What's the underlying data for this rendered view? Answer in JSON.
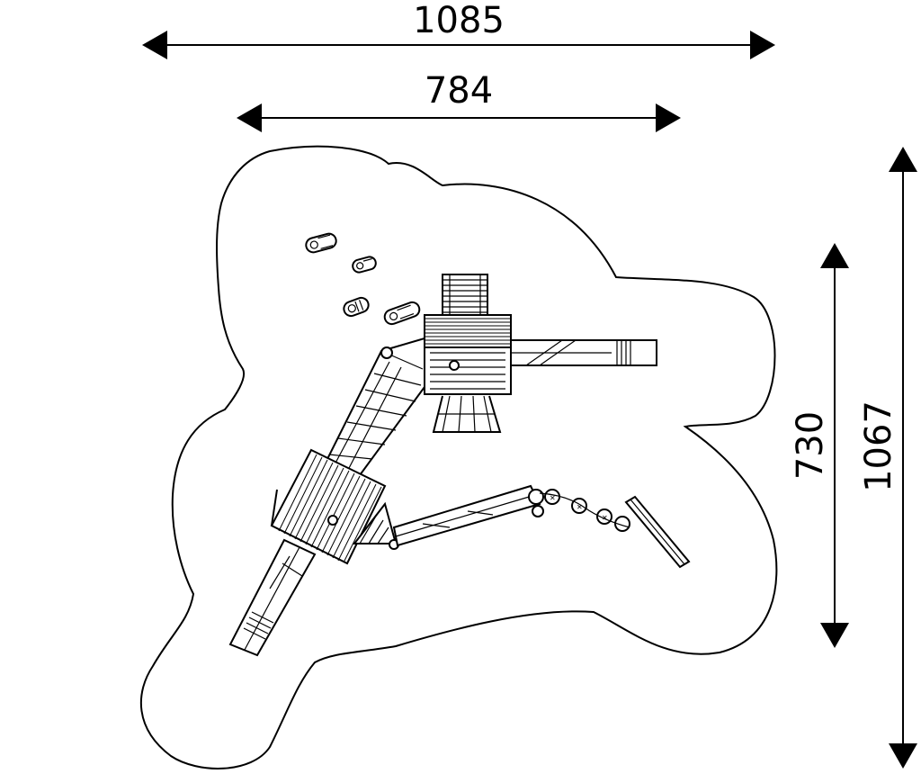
{
  "dimensions": {
    "overall_width": "1085",
    "equipment_width": "784",
    "equipment_depth": "730",
    "overall_depth": "1067"
  },
  "colors": {
    "line": "#000000",
    "background": "#ffffff"
  }
}
